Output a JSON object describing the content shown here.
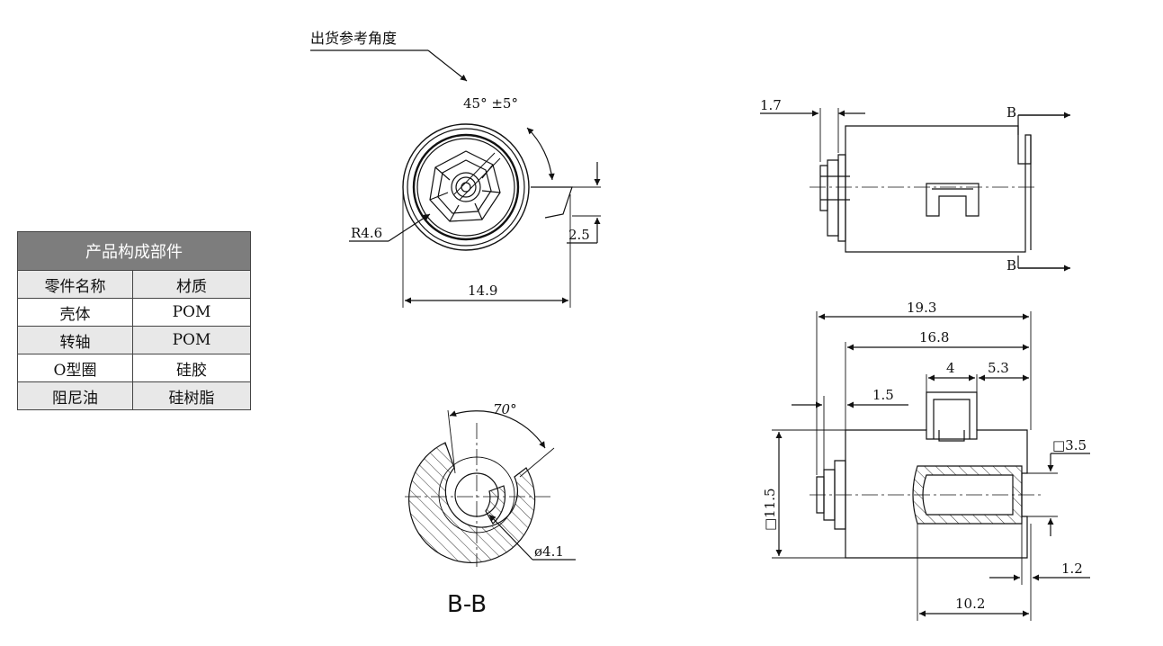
{
  "table": {
    "title": "产品构成部件",
    "headers": [
      "零件名称",
      "材质"
    ],
    "rows": [
      [
        "壳体",
        "POM"
      ],
      [
        "转轴",
        "POM"
      ],
      [
        "O型圈",
        "硅胶"
      ],
      [
        "阻尼油",
        "硅树脂"
      ]
    ]
  },
  "front_view": {
    "callout": "出货参考角度",
    "angle": "45°  ±5°",
    "radius": "R4.6",
    "width": "14.9",
    "offset": "2.5"
  },
  "section_view": {
    "angle": "70°",
    "diameter": "ø4.1",
    "title": "B-B"
  },
  "side_view": {
    "flange": "1.7",
    "section_mark_top": "B",
    "section_mark_bottom": "B"
  },
  "bottom_view": {
    "overall_length": "19.3",
    "body_length": "16.8",
    "tab_width": "4",
    "tab_offset": "5.3",
    "flange": "1.5",
    "height": "□11.5",
    "bore_square": "□3.5",
    "end_offset": "1.2",
    "bore_depth": "10.2"
  }
}
